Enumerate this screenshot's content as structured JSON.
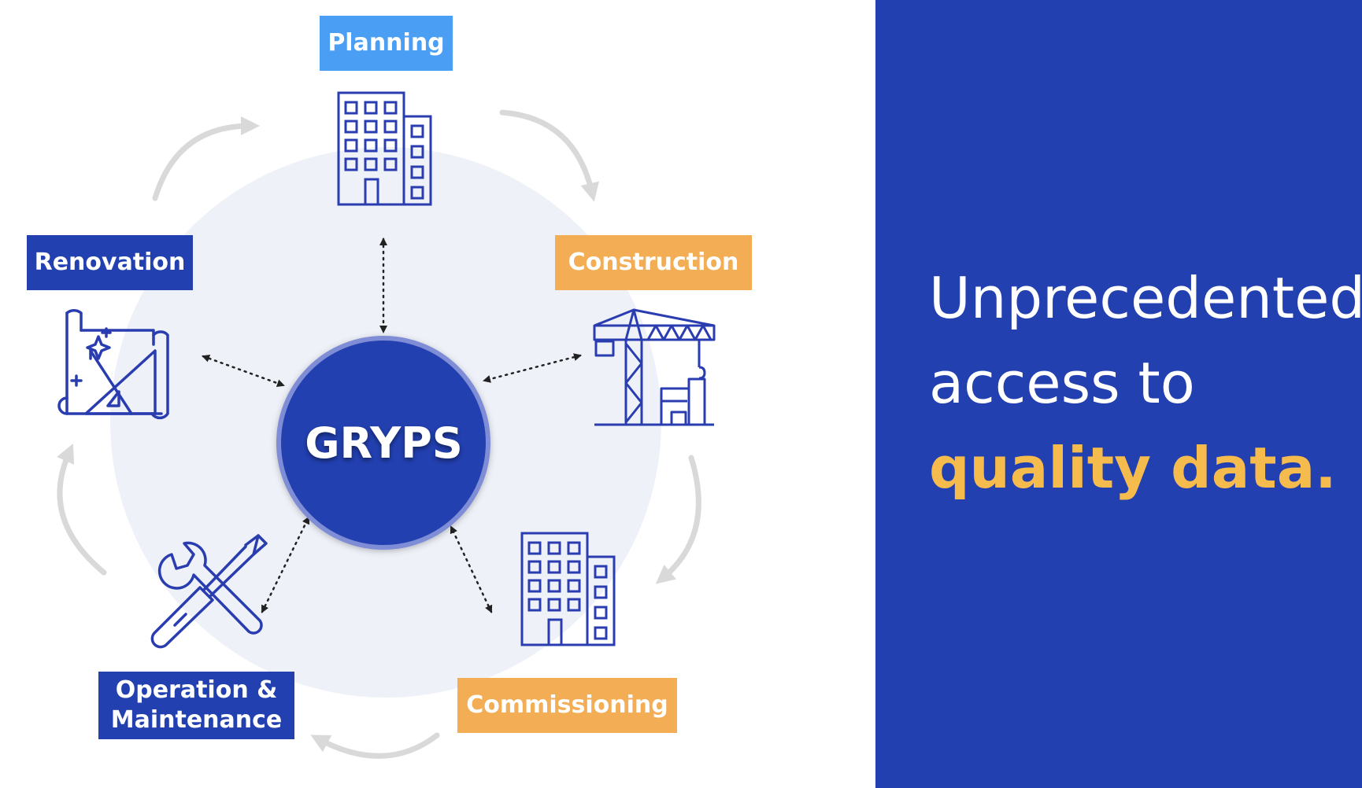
{
  "diagram": {
    "hub": "GRYPS",
    "stages": {
      "planning": "Planning",
      "construction": "Construction",
      "commissioning": "Commissioning",
      "operation": [
        "Operation &",
        "Maintenance"
      ],
      "renovation": "Renovation"
    },
    "colors": {
      "navy": "#2340b0",
      "light_blue": "#4a9ff5",
      "orange": "#f2ad55",
      "icon_stroke": "#2a3db0",
      "cycle_arrow": "#d9d9d9",
      "backdrop": "#eef1f8"
    },
    "icons": [
      "office-building-icon",
      "tower-crane-icon",
      "office-building-icon",
      "wrench-screwdriver-icon",
      "blueprint-ruler-icon"
    ]
  },
  "panel": {
    "headline": [
      "Unprecedented",
      "access to"
    ],
    "headline_accent": "quality data.",
    "colors": {
      "background": "#2340b0",
      "accent": "#f6bb4d",
      "text": "#ffffff"
    }
  }
}
